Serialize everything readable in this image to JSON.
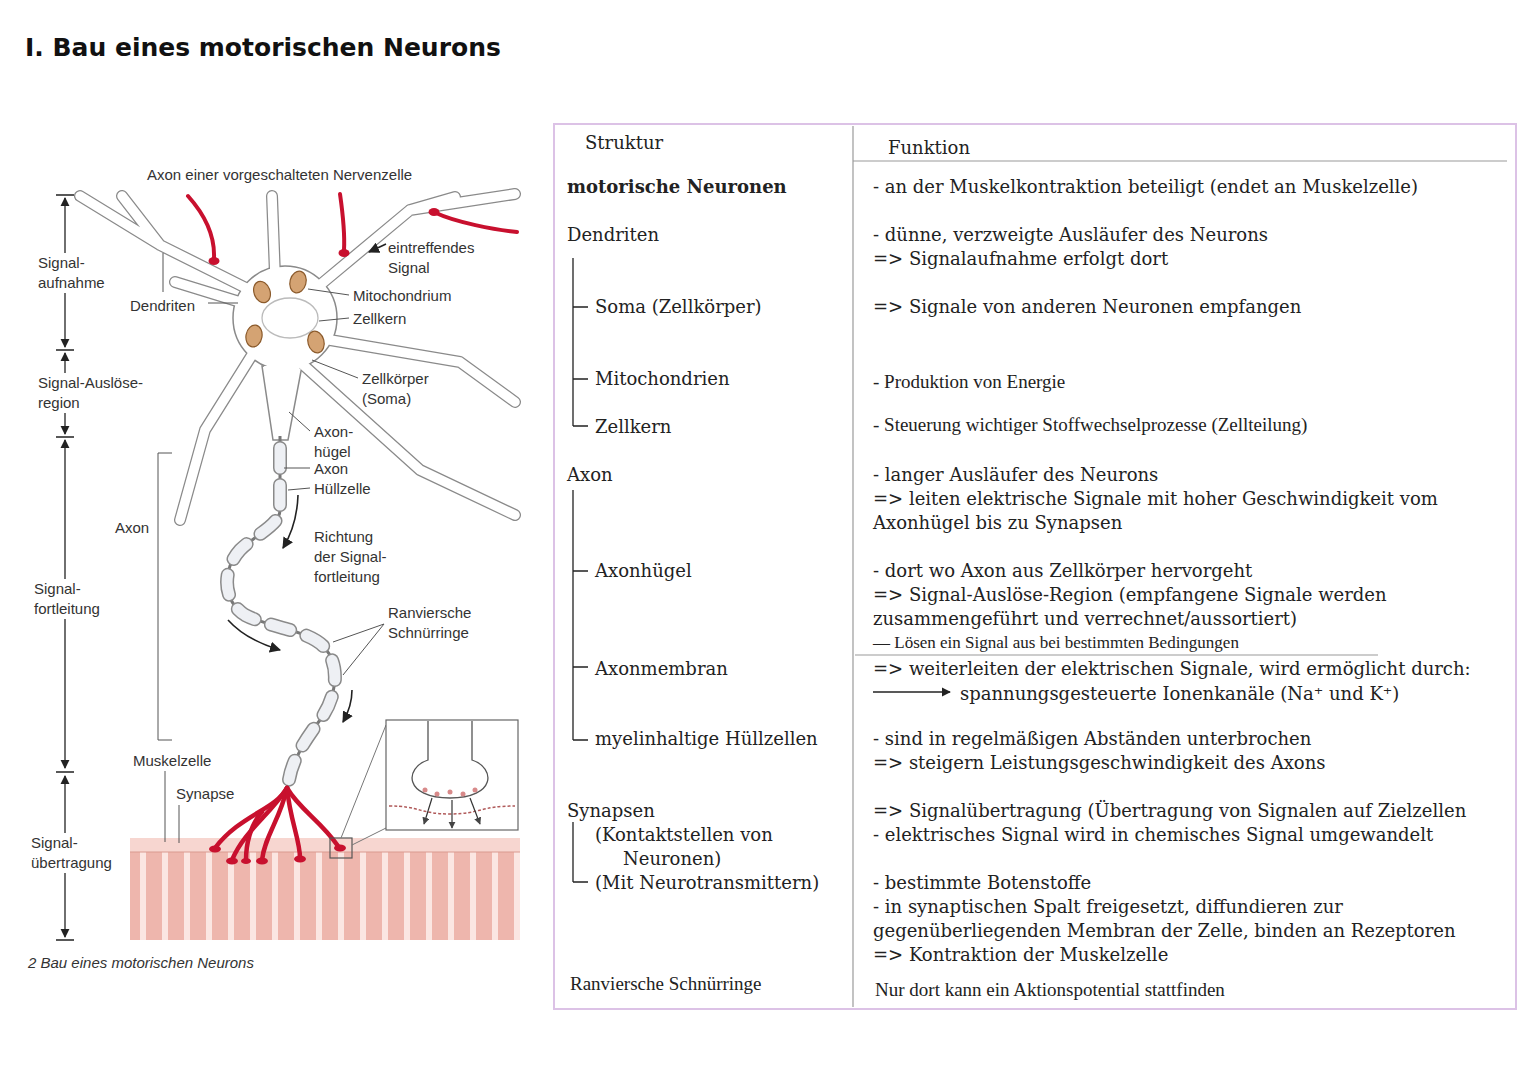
{
  "diagram": {
    "title": "I. Bau eines motorischen Neurons",
    "caption": "2 Bau eines motorischen Neurons",
    "nodes": [
      {
        "text": [
          "Struktur",
          "Funktion",
          "motorische Neuronen",
          "- an der Muskelkontraktion beteiligt (endet an Muskelzelle)",
          "Dendriten",
          "- dünne, verzweigte Ausläufer des Neurons",
          "=> Signalaufnahme erfolgt dort",
          "Soma (Zellkörper)",
          "=> Signale von anderen Neuronen empfangen",
          "Mitochondrien",
          "- Produktion von Energie",
          "Zellkern",
          "- Steuerung wichtiger Stoffwechselprozesse (Zellteilung)",
          "Axon",
          "- langer Ausläufer des Neurons",
          "=> leiten elektrische Signale mit hoher Geschwindigkeit vom Axonhügel bis zu Synapsen",
          "Axonhügel",
          "- dort wo Axon aus Zellkörper hervorgeht",
          "=> Signal-Auslöse-Region (empfangene Signale werden zusammengeführt und verrechnet/aussortiert)",
          "— Lösen ein Signal aus bei bestimmten Bedingungen",
          "Axonmembran",
          "=> weiterleiten der elektrischen Signale, wird ermöglicht durch:",
          "spannungsgesteuerte Ionenkanäle (Na⁺ und K⁺)",
          "myelinhaltige Hüllzellen",
          "- sind in regelmäßigen Abständen unterbrochen",
          "=> steigern Leistungsgeschwindigkeit des Axons",
          "Synapsen",
          "(Kontaktstellen von Neuronen)",
          "(Mit Neurotransmittern)",
          "=> Signalübertragung (Übertragung von Signalen auf Zielzellen",
          "- elektrisches Signal wird in chemisches Signal umgewandelt",
          "- bestimmte Botenstoffe",
          "- in synaptischen Spalt freigesetzt, diffundieren zur gegenüberliegenden Membran der Zelle, binden an Rezeptoren",
          "=> Kontraktion der Muskelzelle",
          "Ranviersche Schnürringe",
          "Nur dort kann ein Aktionspotential stattfinden"
        ]
      }
    ],
    "labels": [
      "Axon einer vorgeschalteten Nervenzelle",
      "Signal- aufnahme",
      "Dendriten",
      "eintreffendes Signal",
      "Mitochondrium",
      "Zellkern",
      "Signal-Auslöse- region",
      "Zellkörper (Soma)",
      "Axon- hügel",
      "Axon",
      "Hüllzelle",
      "Axon",
      "Richtung der Signal- fortleitung",
      "Signal- fortleitung",
      "Ranviersche Schnürringe",
      "Muskelzelle",
      "Synapse",
      "Signal- übertragung"
    ]
  }
}
